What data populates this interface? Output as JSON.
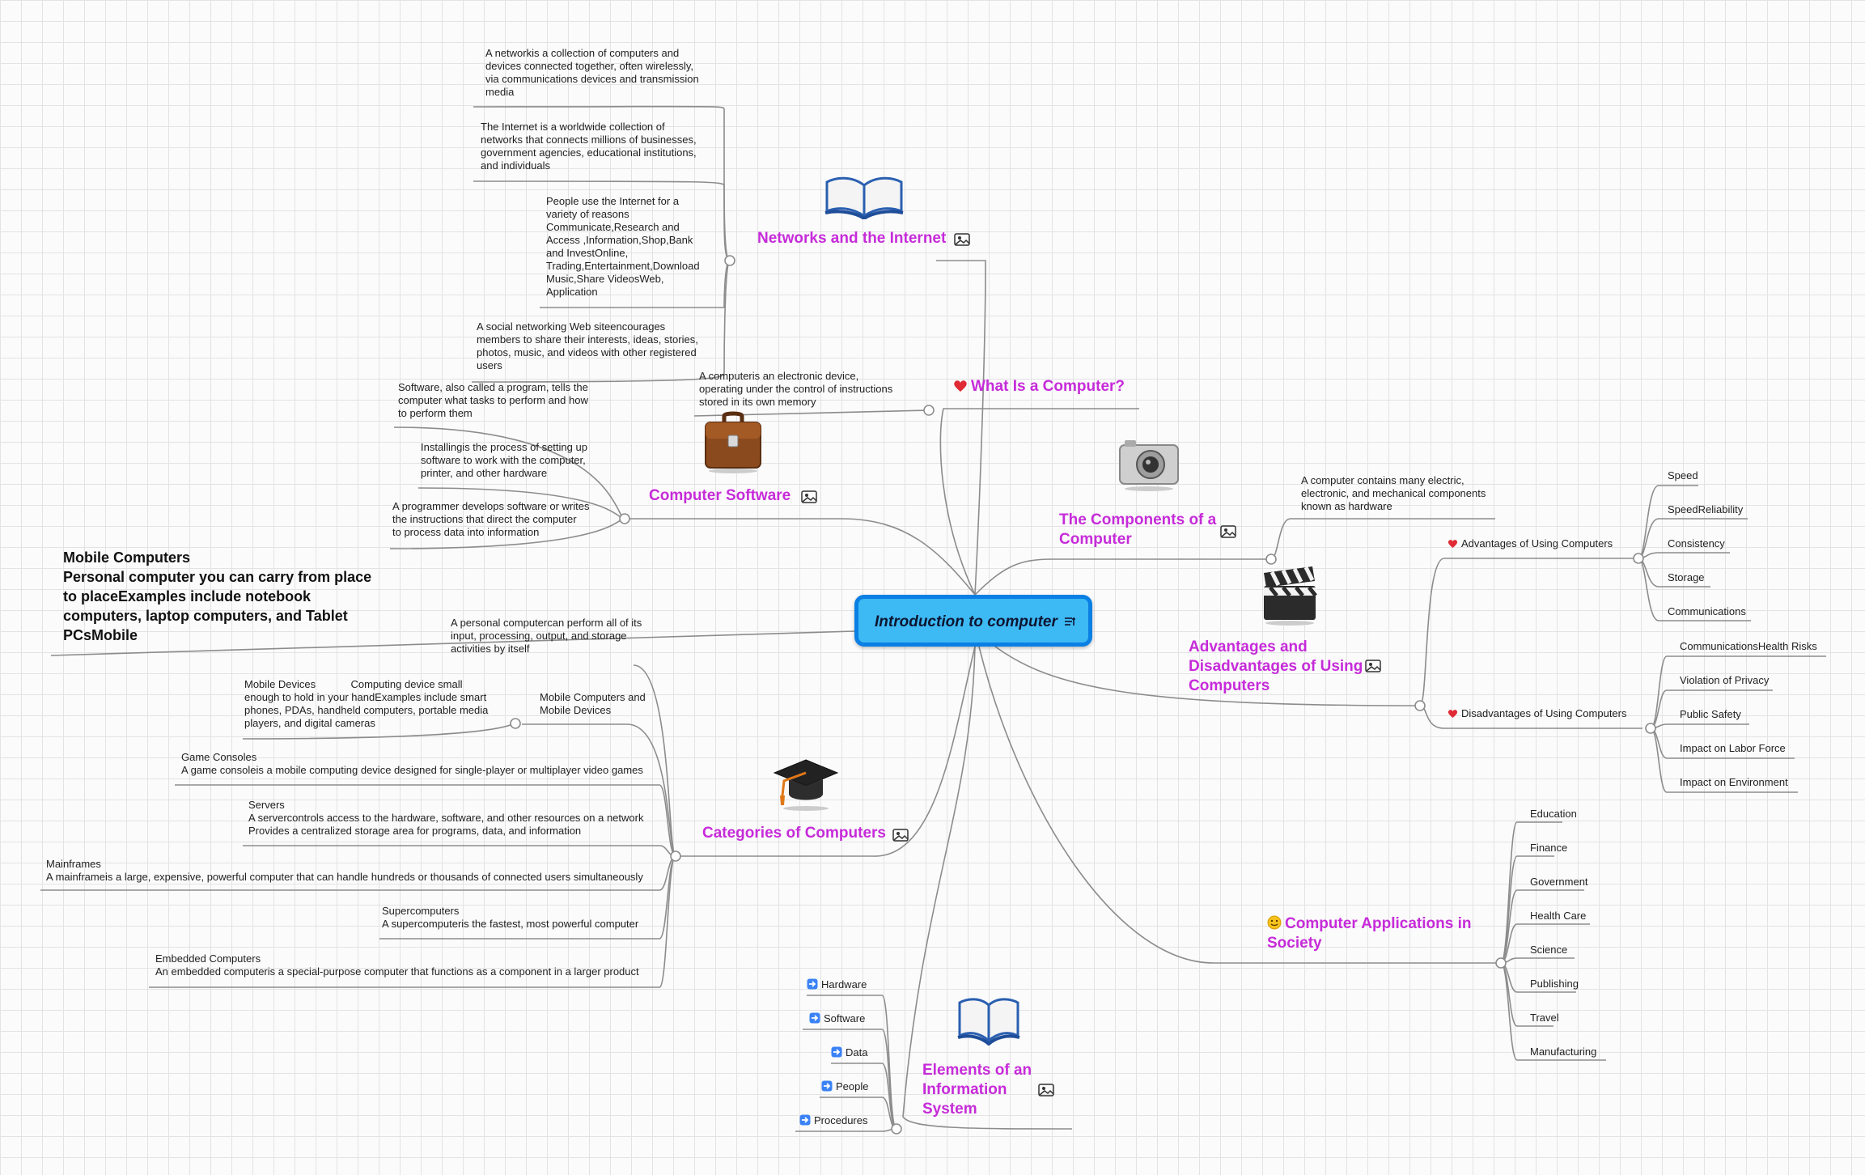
{
  "root": {
    "label": "Introduction to computer",
    "note_icon": "note-icon"
  },
  "networks": {
    "title": "Networks and the Internet",
    "icon": "open-book-image",
    "items": [
      [
        "A networkis a collection of computers and",
        "devices connected together, often wirelessly,",
        "via communications devices and transmission",
        "media"
      ],
      [
        "The Internet is a worldwide collection of",
        "networks that connects millions of businesses,",
        "government agencies, educational institutions,",
        "and individuals"
      ],
      [
        "People use the Internet for a",
        "variety of reasons",
        "Communicate,Research and",
        "Access ,Information,Shop,Bank",
        "and InvestOnline,",
        "Trading,Entertainment,Download",
        "Music,Share VideosWeb,",
        "Application"
      ],
      [
        "A social networking Web siteencourages",
        "members to share their interests, ideas, stories,",
        "photos, music, and videos with other registered",
        "users"
      ]
    ]
  },
  "what_is": {
    "title": "What Is a Computer?",
    "marker": "heart-icon",
    "definition": [
      "A computeris an electronic device,",
      "operating under the control of instructions",
      "stored in its own memory"
    ]
  },
  "software": {
    "title": "Computer Software",
    "icon": "briefcase-image",
    "items": [
      [
        "Software, also called a program, tells the",
        "computer what tasks to perform and how",
        "to perform them"
      ],
      [
        "Installingis the process of setting up",
        "software to work with the computer,",
        "printer, and other hardware"
      ],
      [
        "A programmer develops software or writes",
        "the instructions that direct the computer",
        "to process data into information"
      ]
    ]
  },
  "mobile_note": [
    "Mobile Computers",
    "Personal computer you can carry from place",
    "to placeExamples include notebook",
    "computers, laptop computers, and Tablet",
    "PCsMobile"
  ],
  "personal": [
    "A personal computercan perform all of its",
    "input, processing, output, and storage",
    "activities by itself"
  ],
  "categories": {
    "title": "Categories of Computers",
    "icon": "graduation-cap-image",
    "mobile_parent": [
      "Mobile Computers and",
      "Mobile Devices"
    ],
    "mobile_child": [
      "Mobile Devices            Computing device small",
      "enough to hold in your handExamples include smart",
      "phones, PDAs, handheld computers, portable media",
      "players, and digital cameras"
    ],
    "items": [
      [
        "Game Consoles",
        "A game consoleis a mobile computing device designed for single‐player or multiplayer video games"
      ],
      [
        "Servers",
        "A servercontrols access to the hardware, software, and other resources on a network",
        "Provides a centralized storage area for programs, data, and information"
      ],
      [
        "Mainframes",
        "A mainframeis a large, expensive, powerful computer that can handle hundreds or thousands of connected users simultaneously"
      ],
      [
        "Supercomputers",
        "A supercomputeris the fastest, most powerful computer"
      ],
      [
        "Embedded Computers",
        "An embedded computeris a special‐purpose computer that functions as a component in a larger product"
      ]
    ]
  },
  "elements": {
    "title": [
      "Elements of an",
      "Information",
      "System"
    ],
    "icon": "open-book-image",
    "marker": "arrow-right-icon",
    "items": [
      "Hardware",
      "Software",
      "Data",
      "People",
      "Procedures"
    ]
  },
  "components": {
    "title": [
      "The Components of a",
      "Computer"
    ],
    "icon": "camera-image",
    "desc": [
      "A computer contains many electric,",
      "electronic, and mechanical components",
      "known as hardware"
    ]
  },
  "advdis": {
    "title": [
      "Advantages and",
      "Disadvantages of Using",
      "Computers"
    ],
    "icon": "clapperboard-image",
    "advantages": {
      "label": "Advantages of Using Computers",
      "marker": "heart-icon",
      "items": [
        "Speed",
        "SpeedReliability",
        "Consistency",
        "Storage",
        "Communications"
      ]
    },
    "disadvantages": {
      "label": "Disadvantages of Using Computers",
      "marker": "heart-icon",
      "items": [
        "CommunicationsHealth Risks",
        "Violation of Privacy",
        "Public Safety",
        "Impact on Labor Force",
        "Impact on Environment"
      ]
    }
  },
  "applications": {
    "title": [
      "Computer Applications in",
      "Society"
    ],
    "marker": "smiley-icon",
    "items": [
      "Education",
      "Finance",
      "Government",
      "Health Care",
      "Science",
      "Publishing",
      "Travel",
      "Manufacturing"
    ]
  },
  "colors": {
    "topic": "#c62bd9",
    "root_fill": "#3db9f4",
    "root_border": "#0a7fe4",
    "line": "#8c8c8c",
    "heart": "#e02a35",
    "arrow": "#3b82f6"
  }
}
